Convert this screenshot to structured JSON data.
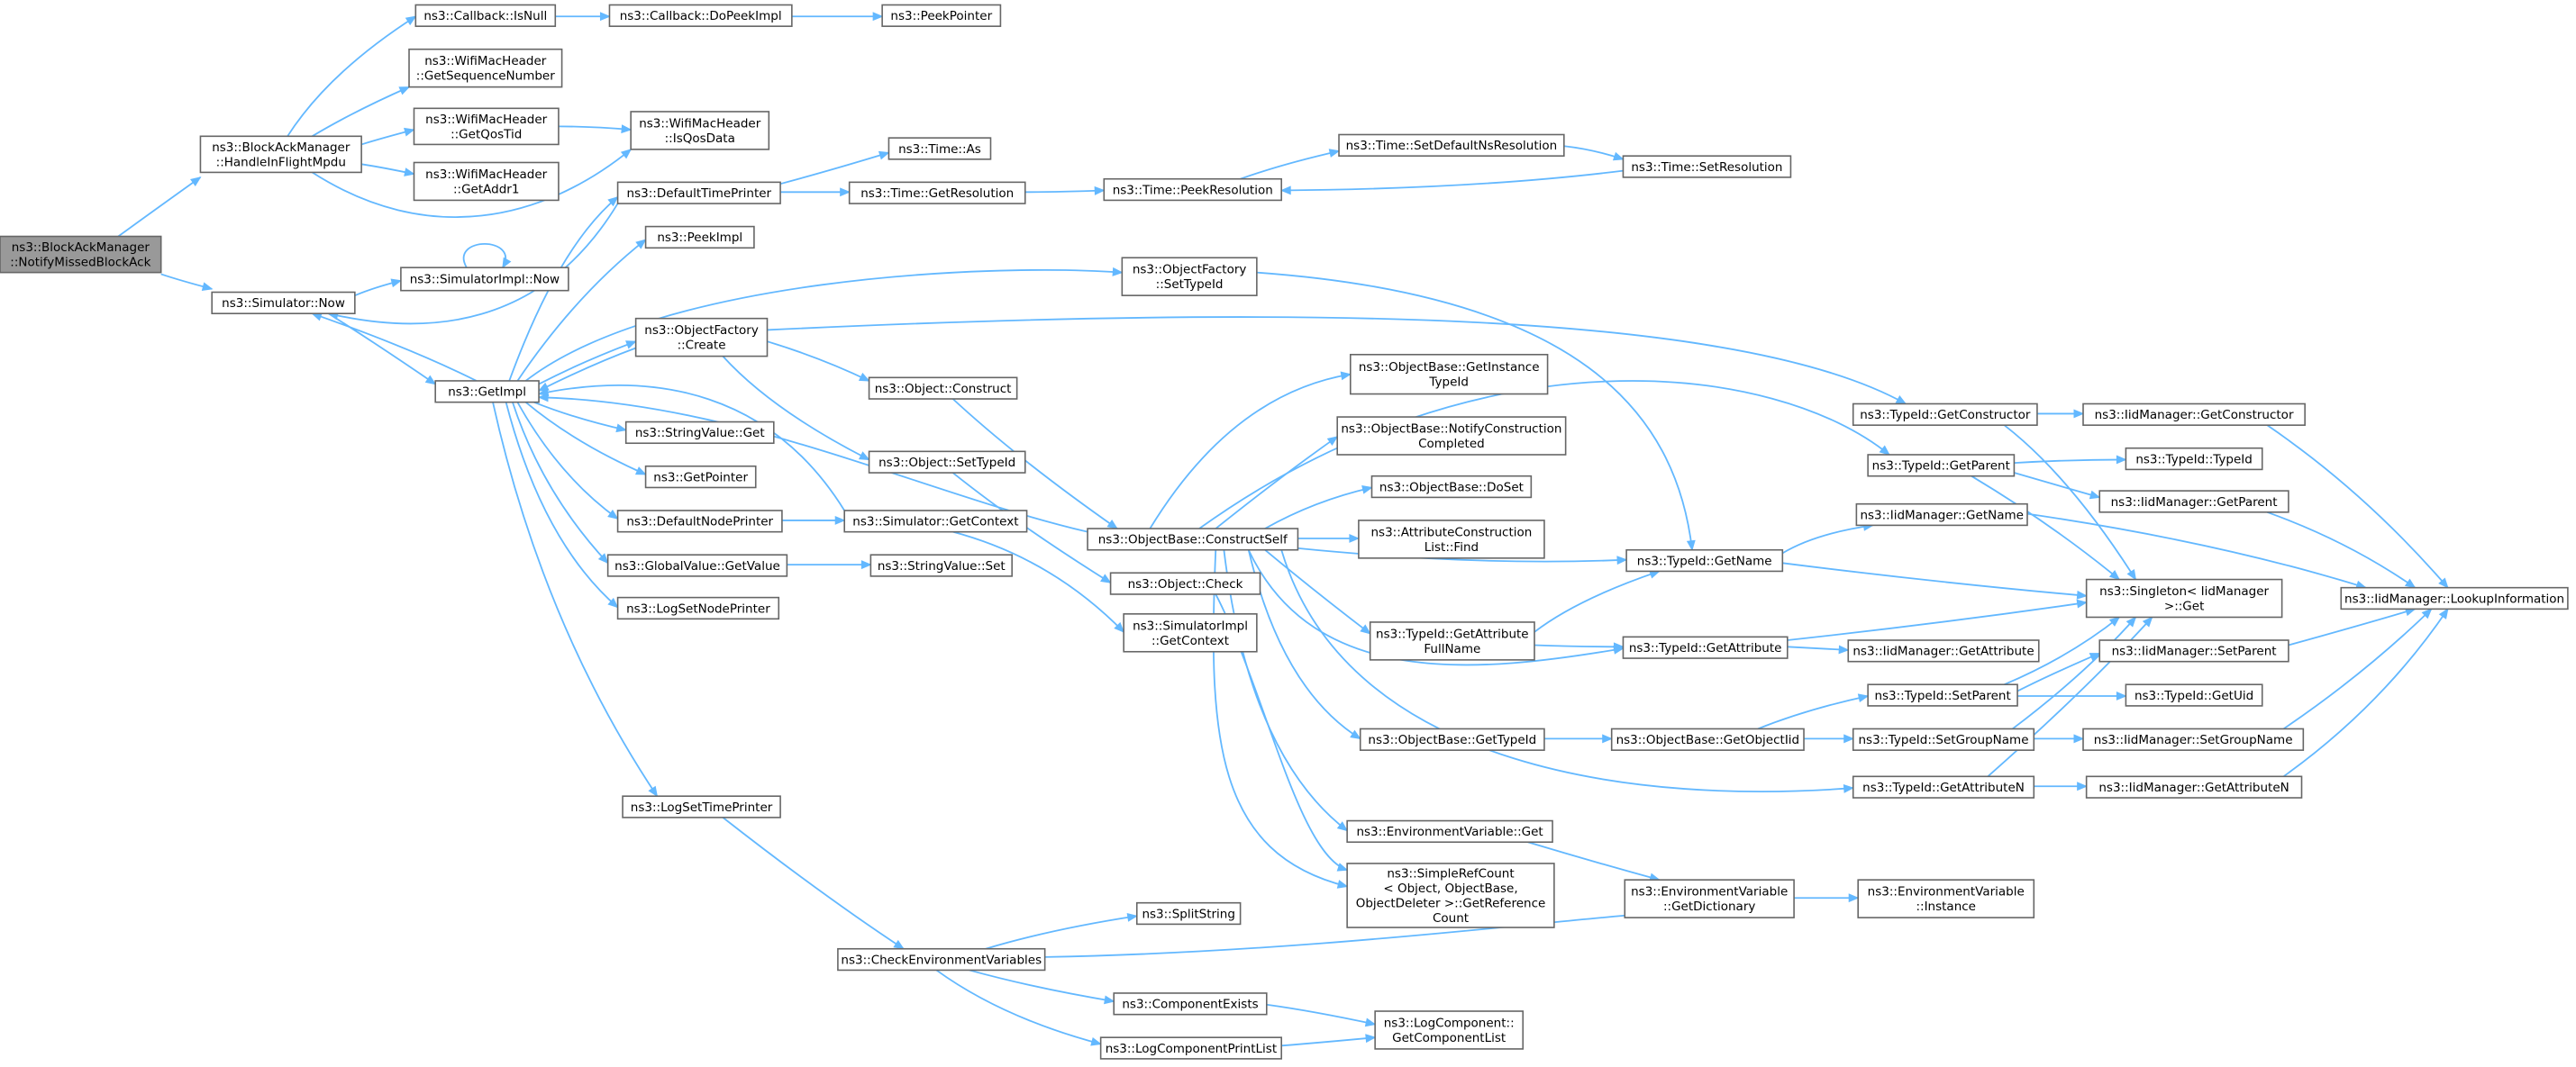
{
  "graph": {
    "title": "",
    "nodes": [
      {
        "id": "n_notify",
        "label": [
          "ns3::BlockAckManager",
          "::NotifyMissedBlockAck"
        ],
        "root": true
      },
      {
        "id": "n_hifm",
        "label": [
          "ns3::BlockAckManager",
          "::HandleInFlightMpdu"
        ]
      },
      {
        "id": "n_isnull",
        "label": [
          "ns3::Callback::IsNull"
        ]
      },
      {
        "id": "n_dopeek",
        "label": [
          "ns3::Callback::DoPeekImpl"
        ]
      },
      {
        "id": "n_peekptr",
        "label": [
          "ns3::PeekPointer"
        ]
      },
      {
        "id": "n_getseq",
        "label": [
          "ns3::WifiMacHeader",
          "::GetSequenceNumber"
        ]
      },
      {
        "id": "n_getqos",
        "label": [
          "ns3::WifiMacHeader",
          "::GetQosTid"
        ]
      },
      {
        "id": "n_isqos",
        "label": [
          "ns3::WifiMacHeader",
          "::IsQosData"
        ]
      },
      {
        "id": "n_getaddr",
        "label": [
          "ns3::WifiMacHeader",
          "::GetAddr1"
        ]
      },
      {
        "id": "n_simnow",
        "label": [
          "ns3::Simulator::Now"
        ]
      },
      {
        "id": "n_simimplnow",
        "label": [
          "ns3::SimulatorImpl::Now"
        ]
      },
      {
        "id": "n_getimpl",
        "label": [
          "ns3::GetImpl"
        ]
      },
      {
        "id": "n_deftime",
        "label": [
          "ns3::DefaultTimePrinter"
        ]
      },
      {
        "id": "n_timeas",
        "label": [
          "ns3::Time::As"
        ]
      },
      {
        "id": "n_timegetres",
        "label": [
          "ns3::Time::GetResolution"
        ]
      },
      {
        "id": "n_timepeekres",
        "label": [
          "ns3::Time::PeekResolution"
        ]
      },
      {
        "id": "n_setdefns",
        "label": [
          "ns3::Time::SetDefaultNsResolution"
        ]
      },
      {
        "id": "n_setres",
        "label": [
          "ns3::Time::SetResolution"
        ]
      },
      {
        "id": "n_peekimpl",
        "label": [
          "ns3::PeekImpl"
        ]
      },
      {
        "id": "n_ofsettid",
        "label": [
          "ns3::ObjectFactory",
          "::SetTypeId"
        ]
      },
      {
        "id": "n_ofcreate",
        "label": [
          "ns3::ObjectFactory",
          "::Create"
        ]
      },
      {
        "id": "n_objconstruct",
        "label": [
          "ns3::Object::Construct"
        ]
      },
      {
        "id": "n_objsettid",
        "label": [
          "ns3::Object::SetTypeId"
        ]
      },
      {
        "id": "n_strvalget",
        "label": [
          "ns3::StringValue::Get"
        ]
      },
      {
        "id": "n_getpointer",
        "label": [
          "ns3::GetPointer"
        ]
      },
      {
        "id": "n_defnode",
        "label": [
          "ns3::DefaultNodePrinter"
        ]
      },
      {
        "id": "n_simgetctx",
        "label": [
          "ns3::Simulator::GetContext"
        ]
      },
      {
        "id": "n_gvgetvalue",
        "label": [
          "ns3::GlobalValue::GetValue"
        ]
      },
      {
        "id": "n_strvalset",
        "label": [
          "ns3::StringValue::Set"
        ]
      },
      {
        "id": "n_logsetnode",
        "label": [
          "ns3::LogSetNodePrinter"
        ]
      },
      {
        "id": "n_objcheck",
        "label": [
          "ns3::Object::Check"
        ]
      },
      {
        "id": "n_simimplctx",
        "label": [
          "ns3::SimulatorImpl",
          "::GetContext"
        ]
      },
      {
        "id": "n_obconstructself",
        "label": [
          "ns3::ObjectBase::ConstructSelf"
        ]
      },
      {
        "id": "n_obgetinst",
        "label": [
          "ns3::ObjectBase::GetInstance",
          "TypeId"
        ]
      },
      {
        "id": "n_obnotify",
        "label": [
          "ns3::ObjectBase::NotifyConstruction",
          "Completed"
        ]
      },
      {
        "id": "n_obdoset",
        "label": [
          "ns3::ObjectBase::DoSet"
        ]
      },
      {
        "id": "n_attrfind",
        "label": [
          "ns3::AttributeConstruction",
          "List::Find"
        ]
      },
      {
        "id": "n_tidgetattrfull",
        "label": [
          "ns3::TypeId::GetAttribute",
          "FullName"
        ]
      },
      {
        "id": "n_obgettid",
        "label": [
          "ns3::ObjectBase::GetTypeId"
        ]
      },
      {
        "id": "n_envget",
        "label": [
          "ns3::EnvironmentVariable::Get"
        ]
      },
      {
        "id": "n_simplerefcount",
        "label": [
          "ns3::SimpleRefCount",
          "< Object, ObjectBase,",
          "ObjectDeleter >::GetReference",
          "Count"
        ]
      },
      {
        "id": "n_tidgetname",
        "label": [
          "ns3::TypeId::GetName"
        ]
      },
      {
        "id": "n_tidgetattr",
        "label": [
          "ns3::TypeId::GetAttribute"
        ]
      },
      {
        "id": "n_obgetobjtid",
        "label": [
          "ns3::ObjectBase::GetObjectIid"
        ]
      },
      {
        "id": "n_envgetdict",
        "label": [
          "ns3::EnvironmentVariable",
          "::GetDictionary"
        ]
      },
      {
        "id": "n_envinst",
        "label": [
          "ns3::EnvironmentVariable",
          "::Instance"
        ]
      },
      {
        "id": "n_tidgetctor",
        "label": [
          "ns3::TypeId::GetConstructor"
        ]
      },
      {
        "id": "n_tidgetparent",
        "label": [
          "ns3::TypeId::GetParent"
        ]
      },
      {
        "id": "n_iidgetname",
        "label": [
          "ns3::IidManager::GetName"
        ]
      },
      {
        "id": "n_iidgetattr",
        "label": [
          "ns3::IidManager::GetAttribute"
        ]
      },
      {
        "id": "n_tidsetparent",
        "label": [
          "ns3::TypeId::SetParent"
        ]
      },
      {
        "id": "n_tidsetgroup",
        "label": [
          "ns3::TypeId::SetGroupName"
        ]
      },
      {
        "id": "n_tidgetattrn",
        "label": [
          "ns3::TypeId::GetAttributeN"
        ]
      },
      {
        "id": "n_iidgetctor",
        "label": [
          "ns3::IidManager::GetConstructor"
        ]
      },
      {
        "id": "n_tidtypeid",
        "label": [
          "ns3::TypeId::TypeId"
        ]
      },
      {
        "id": "n_iidgetparent",
        "label": [
          "ns3::IidManager::GetParent"
        ]
      },
      {
        "id": "n_singleton",
        "label": [
          "ns3::Singleton< IidManager",
          " >::Get"
        ]
      },
      {
        "id": "n_iidsetparent",
        "label": [
          "ns3::IidManager::SetParent"
        ]
      },
      {
        "id": "n_tidgetuid",
        "label": [
          "ns3::TypeId::GetUid"
        ]
      },
      {
        "id": "n_iidsetgroup",
        "label": [
          "ns3::IidManager::SetGroupName"
        ]
      },
      {
        "id": "n_iidgetattrn",
        "label": [
          "ns3::IidManager::GetAttributeN"
        ]
      },
      {
        "id": "n_iidlookup",
        "label": [
          "ns3::IidManager::LookupInformation"
        ]
      },
      {
        "id": "n_logsettime",
        "label": [
          "ns3::LogSetTimePrinter"
        ]
      },
      {
        "id": "n_checkenv",
        "label": [
          "ns3::CheckEnvironmentVariables"
        ]
      },
      {
        "id": "n_splitstring",
        "label": [
          "ns3::SplitString"
        ]
      },
      {
        "id": "n_compexists",
        "label": [
          "ns3::ComponentExists"
        ]
      },
      {
        "id": "n_logcompprint",
        "label": [
          "ns3::LogComponentPrintList"
        ]
      },
      {
        "id": "n_logcompgetlist",
        "label": [
          "ns3::LogComponent::",
          "GetComponentList"
        ]
      }
    ]
  },
  "colors": {
    "edge": "#63b8ff",
    "node_border": "#666666",
    "node_fill": "#ffffff",
    "root_fill": "#999999"
  }
}
